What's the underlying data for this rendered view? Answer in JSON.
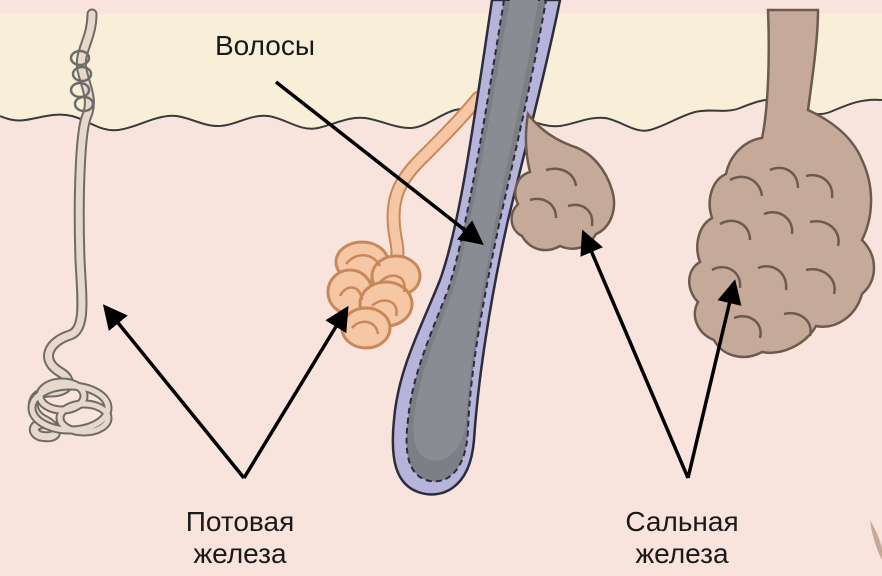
{
  "labels": {
    "hair": "Волосы",
    "sweat_gland_line1": "Потовая",
    "sweat_gland_line2": "железа",
    "sebaceous_gland_line1": "Сальная",
    "sebaceous_gland_line2": "железа"
  },
  "colors": {
    "background": "#ffffff",
    "epidermis": "#f9efd9",
    "dermis": "#f9e4dd",
    "skin_line": "#3a3a3a",
    "hair_shaft": "#7d7f86",
    "hair_sheath": "#b7b4dc",
    "sweat_duct": "#e8d8cc",
    "sweat_gland_tan": "#f6c7a4",
    "sebaceous_gland": "#c5aa9a",
    "arrow": "#000000"
  },
  "icons": {
    "arrowhead": "arrowhead-icon"
  }
}
